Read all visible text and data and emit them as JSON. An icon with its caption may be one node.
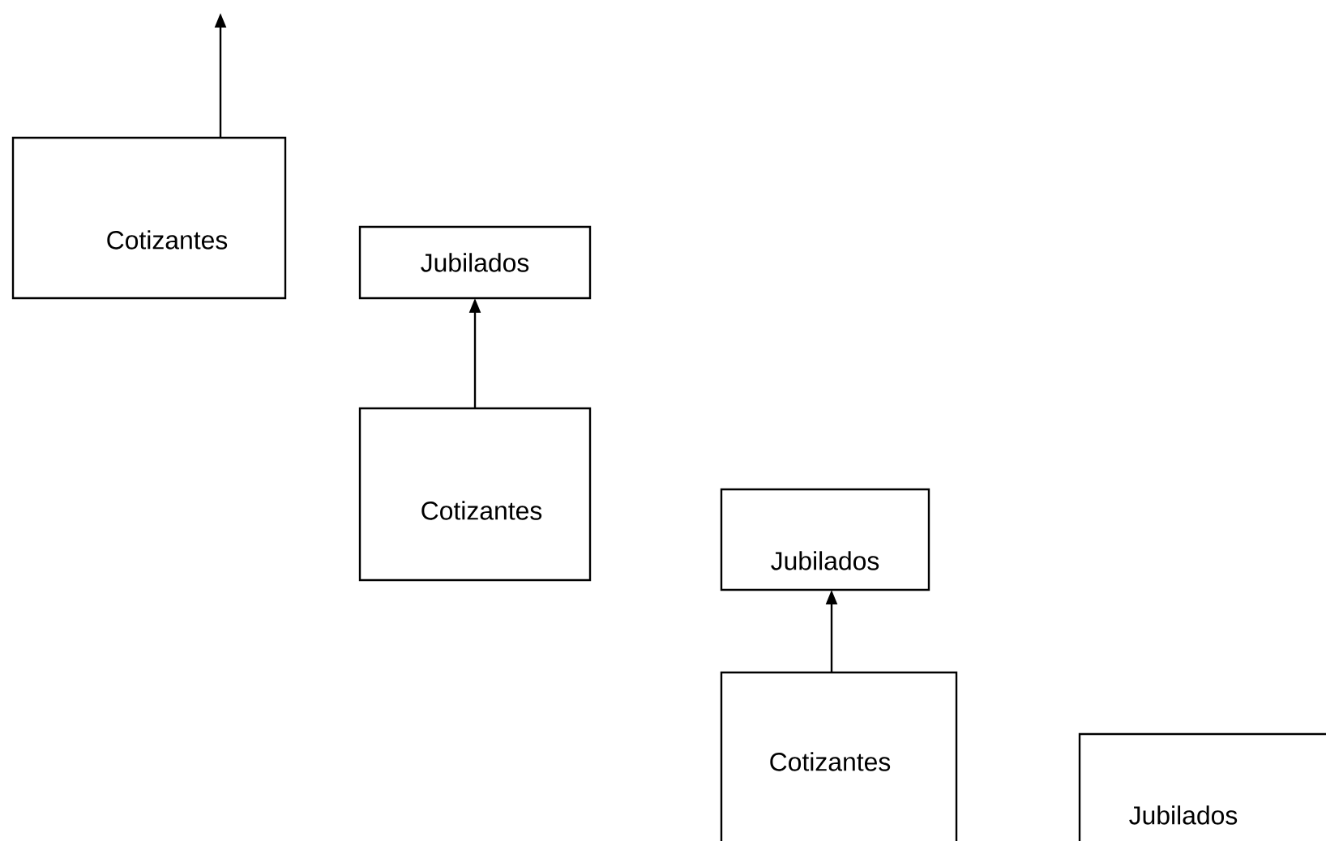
{
  "diagram": {
    "nodes": [
      {
        "text": [
          "Cotizantes"
        ]
      },
      {
        "text": [
          "Jubilados"
        ]
      },
      {
        "text": [
          "Cotizantes"
        ]
      },
      {
        "text": [
          "Jubilados"
        ]
      },
      {
        "text": [
          "Cotizantes"
        ]
      },
      {
        "text": [
          "Jubilados"
        ]
      }
    ],
    "edges": [
      {
        "from": 0,
        "to": null,
        "arrow": "to"
      },
      {
        "from": 2,
        "to": 1,
        "arrow": "to"
      },
      {
        "from": 4,
        "to": 3,
        "arrow": "to"
      }
    ]
  }
}
